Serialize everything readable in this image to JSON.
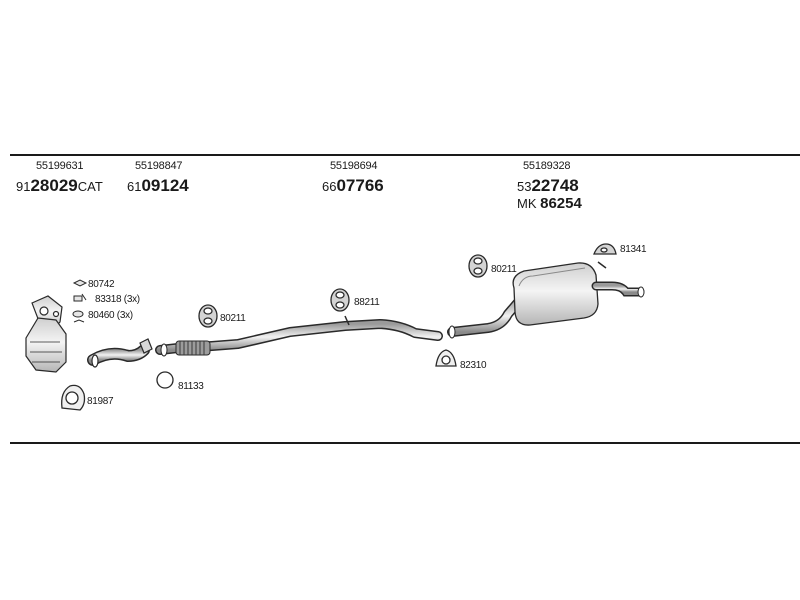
{
  "header": {
    "oem_numbers": [
      "55199631",
      "55198847",
      "55198694",
      "55189328"
    ],
    "part_numbers": [
      {
        "prefix": "91",
        "main": "28029",
        "suffix": "CAT"
      },
      {
        "prefix": "61",
        "main": "09124",
        "suffix": ""
      },
      {
        "prefix": "66",
        "main": "07766",
        "suffix": ""
      },
      {
        "prefix": "53",
        "main": "22748",
        "suffix": ""
      }
    ],
    "kit": {
      "prefix": "MK",
      "number": "86254"
    }
  },
  "labels": {
    "l80742": "80742",
    "l83318": "83318 (3x)",
    "l80460": "80460 (3x)",
    "l81987": "81987",
    "l81133": "81133",
    "l80211a": "80211",
    "l88211": "88211",
    "l80211b": "80211",
    "l82310": "82310",
    "l81341": "81341"
  }
}
